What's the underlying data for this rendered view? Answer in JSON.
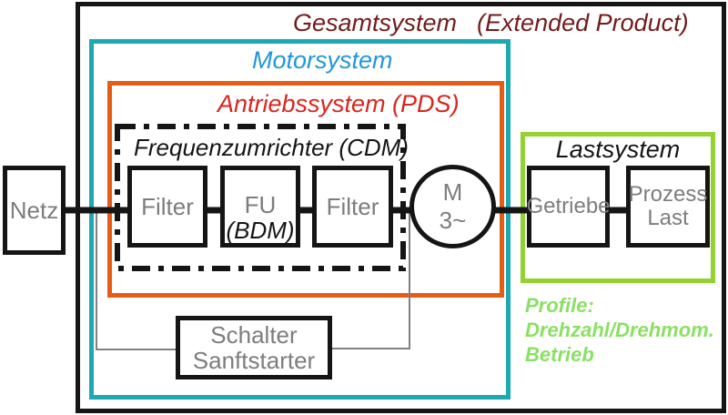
{
  "frames": {
    "gesamtsystem": {
      "label": "Gesamtsystem",
      "sublabel": "(Extended Product)",
      "text_color": "#741b1b",
      "border_color": "#151515"
    },
    "motorsystem": {
      "label": "Motorsystem",
      "text_color": "#2297d8",
      "border_color": "#1ca9b2"
    },
    "antriebssystem": {
      "label": "Antriebssystem (PDS)",
      "text_color": "#d8261d",
      "border_color": "#e55d15"
    },
    "frequenzumrichter": {
      "label": "Frequenzumrichter (CDM)",
      "text_color": "#151515",
      "border_style": "dash-dot"
    },
    "lastsystem": {
      "label": "Lastsystem",
      "text_color": "#151515",
      "border_color": "#94d233"
    }
  },
  "nodes": {
    "netz": {
      "label": "Netz"
    },
    "filter_in": {
      "label": "Filter"
    },
    "fu": {
      "line1": "FU",
      "line2": "(BDM)"
    },
    "filter_out": {
      "label": "Filter"
    },
    "motor": {
      "line1": "M",
      "line2": "3~"
    },
    "getriebe": {
      "label": "Getriebe"
    },
    "prozess": {
      "line1": "Prozess",
      "line2": "Last"
    },
    "schalter": {
      "line1": "Schalter",
      "line2": "Sanftstarter"
    }
  },
  "profile": {
    "line1": "Profile:",
    "line2": "Drehzahl/Drehmom.",
    "line3": "Betrieb",
    "text_color": "#8be064"
  },
  "colors": {
    "bus_line": "#151515",
    "bypass_line": "#808080",
    "node_label": "#7d7d7d"
  }
}
